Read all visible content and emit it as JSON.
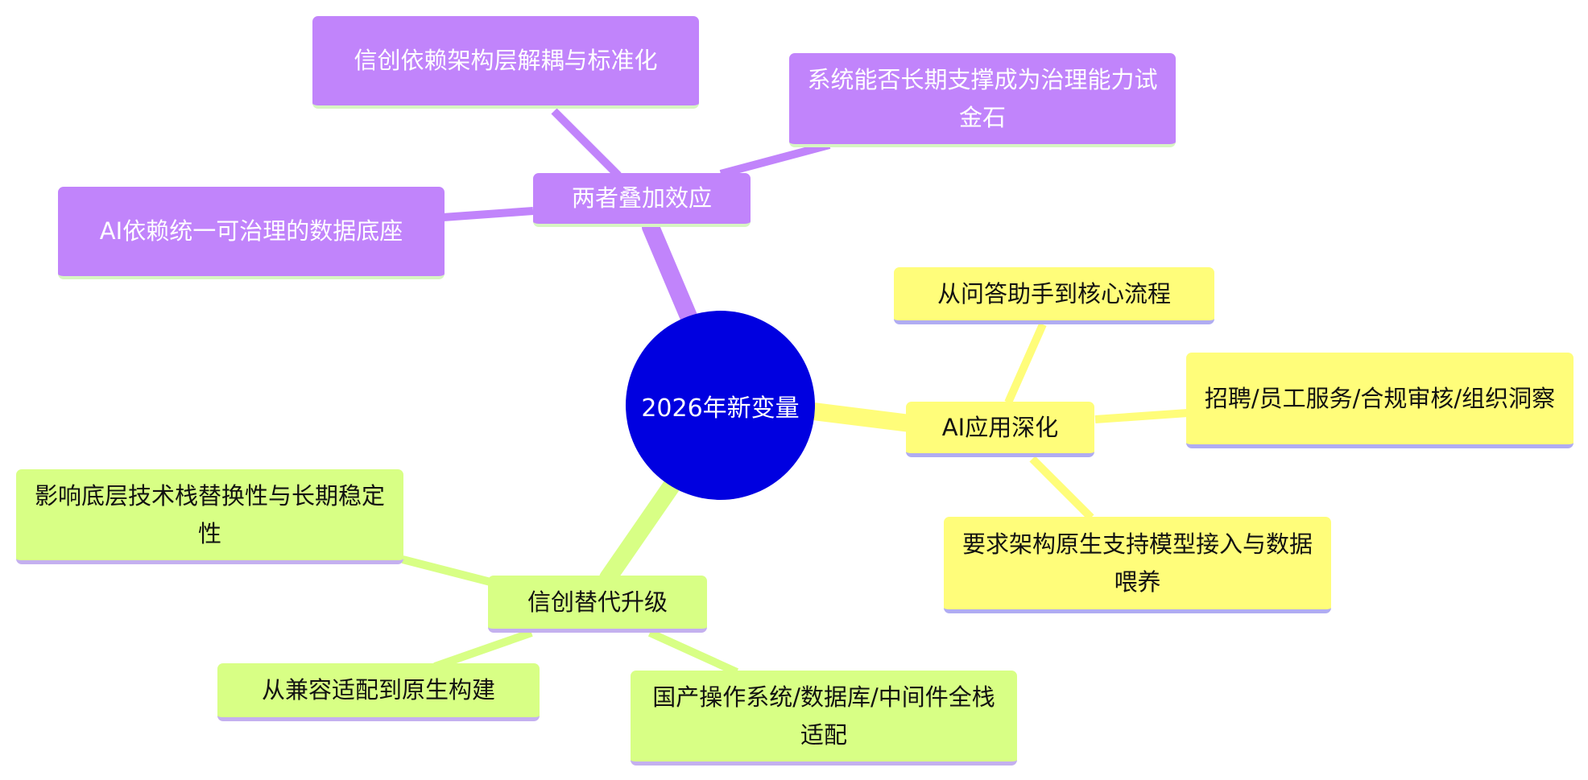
{
  "root": {
    "label": "2026年新变量"
  },
  "colors": {
    "purple": "#c184fb",
    "yellow": "#fffd7a",
    "green": "#d8ff85",
    "center": "#0000e0"
  },
  "branches": {
    "overlay": {
      "label": "两者叠加效应",
      "children": [
        "信创依赖架构层解耦与标准化",
        "系统能否长期支撑成为治理能力试金石",
        "AI依赖统一可治理的数据底座"
      ]
    },
    "ai": {
      "label": "AI应用深化",
      "children": [
        "从问答助手到核心流程",
        "招聘/员工服务/合规审核/组织洞察",
        "要求架构原生支持模型接入与数据喂养"
      ]
    },
    "xinchuang": {
      "label": "信创替代升级",
      "children": [
        "影响底层技术栈替换性与长期稳定性",
        "从兼容适配到原生构建",
        "国产操作系统/数据库/中间件全栈适配"
      ]
    }
  }
}
